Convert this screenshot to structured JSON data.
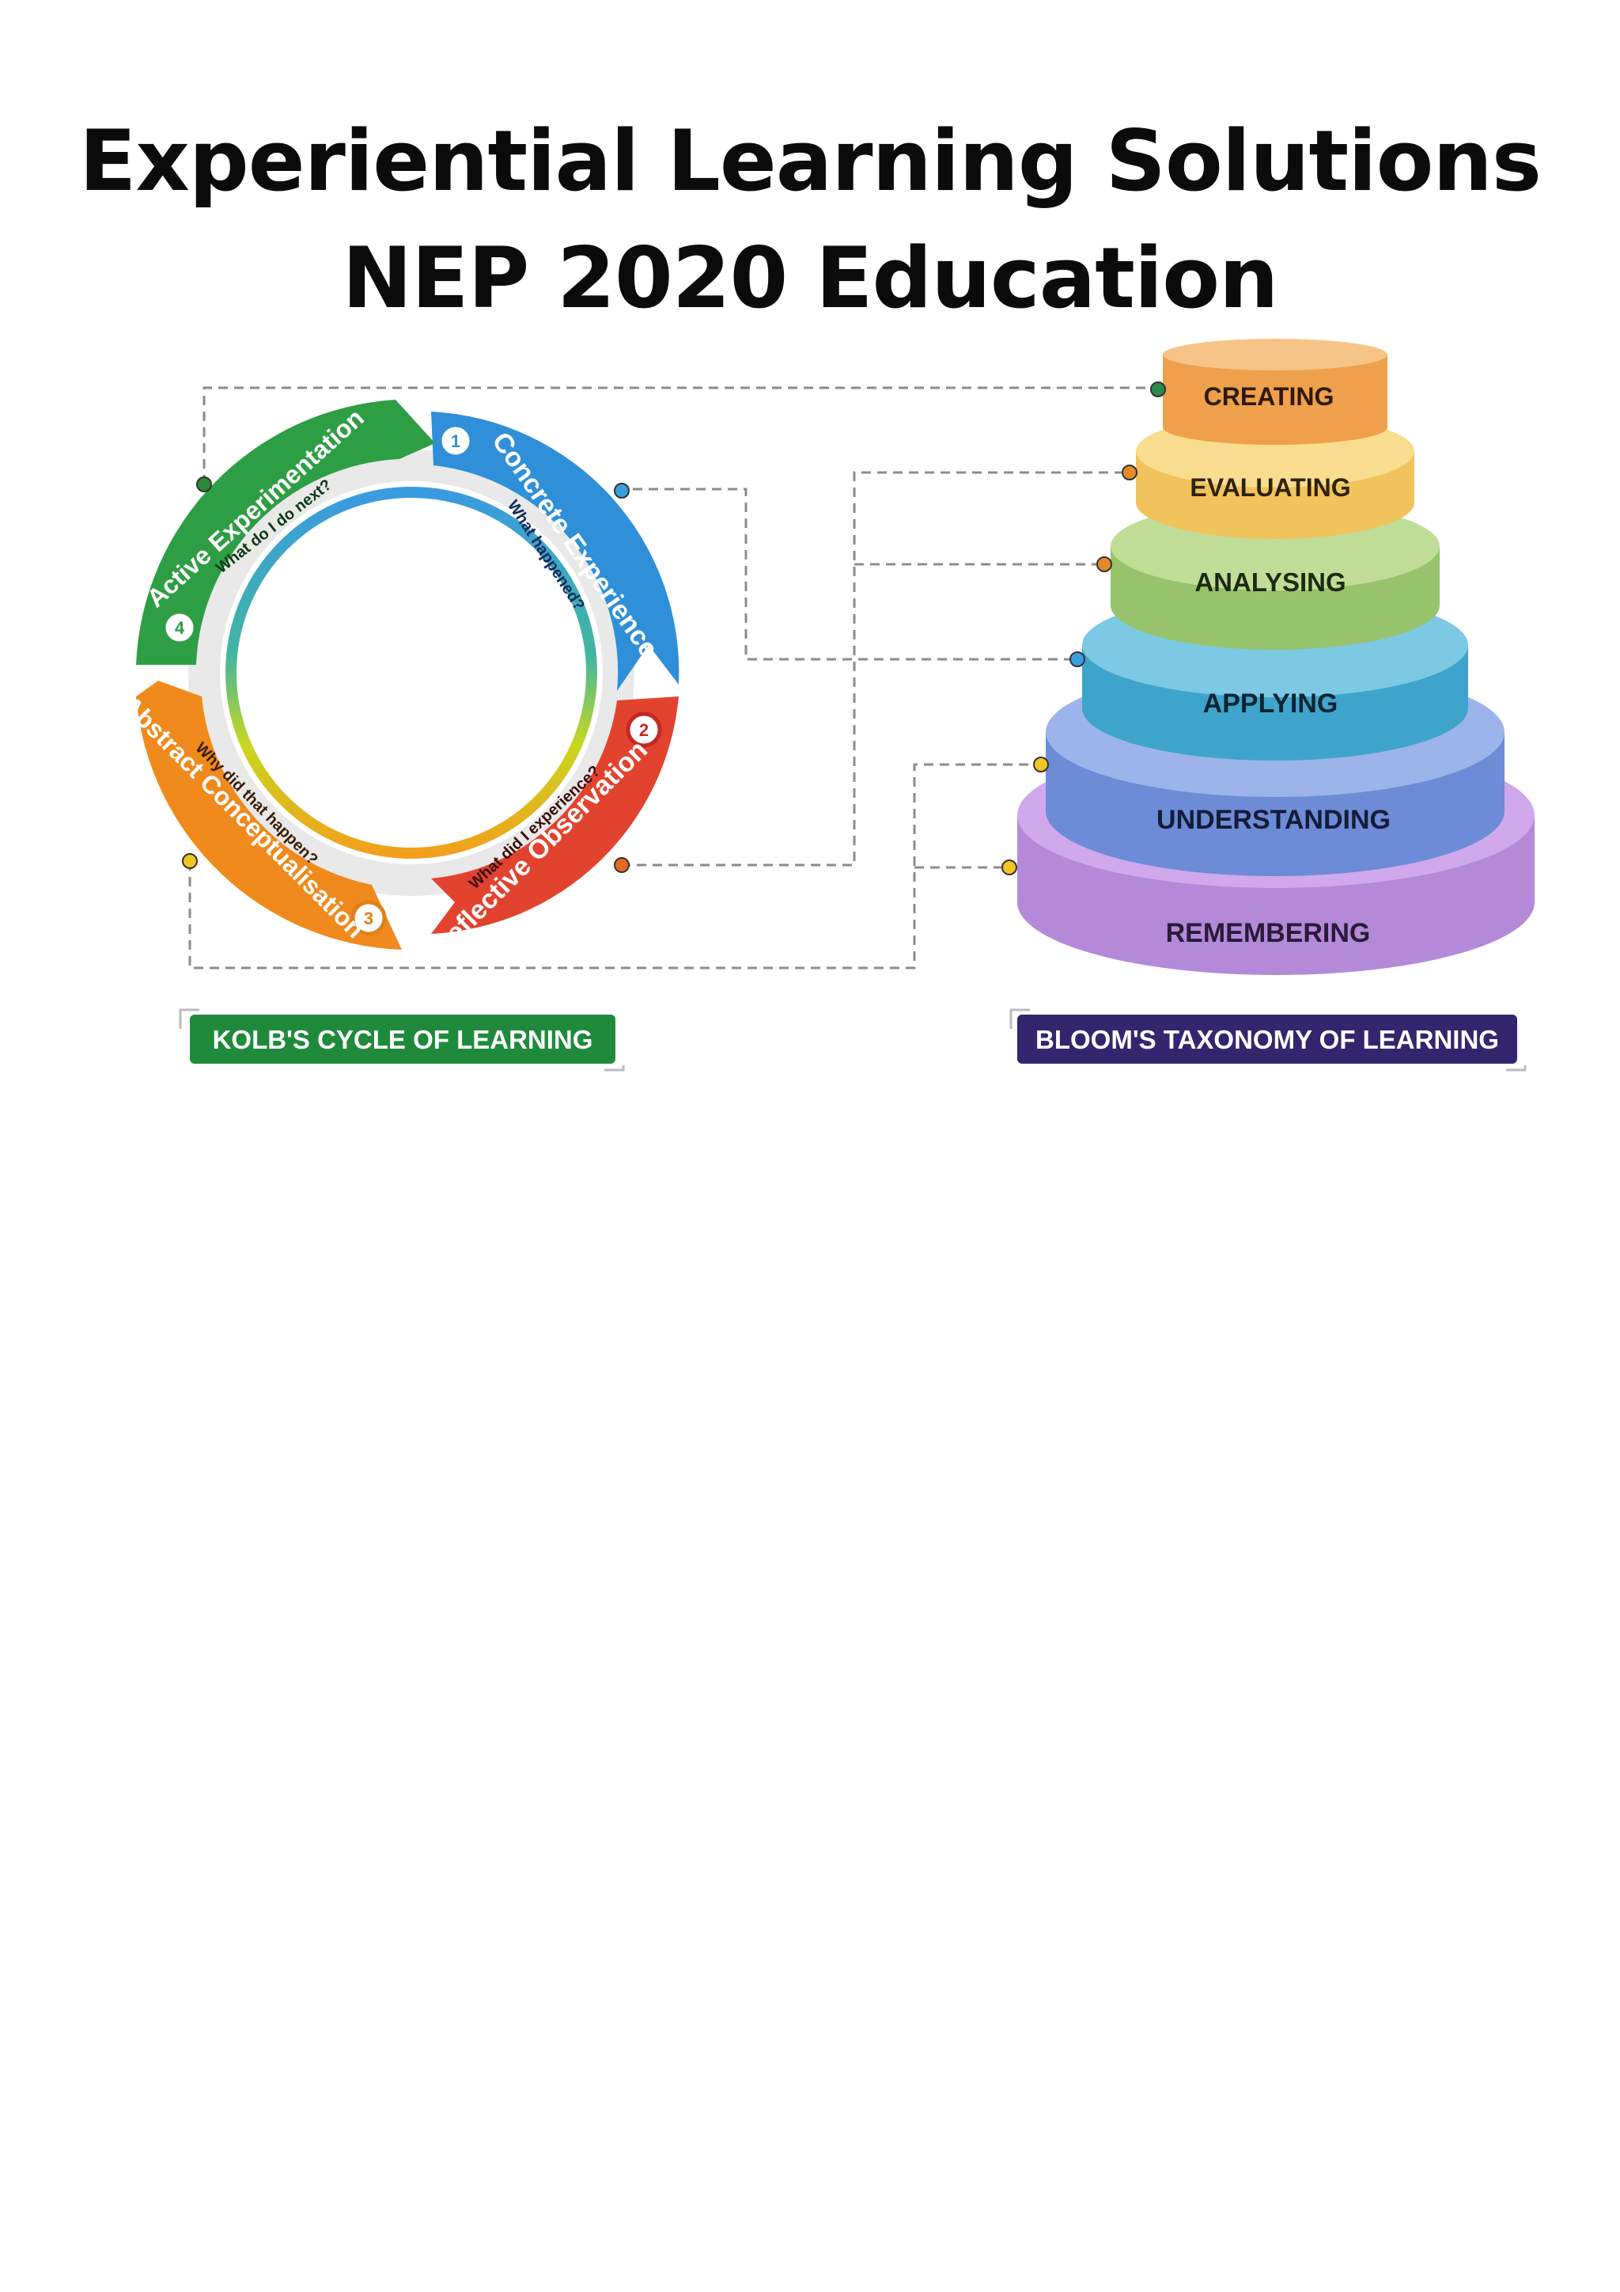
{
  "title": {
    "line1": "Experiential Learning Solutions",
    "line2": "NEP 2020 Education"
  },
  "kolb": {
    "caption": "KOLB'S CYCLE OF LEARNING",
    "stages": [
      {
        "number": "1",
        "name": "Concrete Experience",
        "question": "What happened?",
        "color": "#2f8fd8"
      },
      {
        "number": "2",
        "name": "Reflective Observation",
        "question": "What did I experience?",
        "color": "#e2432f"
      },
      {
        "number": "3",
        "name": "Abstract Conceptualisation",
        "question": "Why did that happen?",
        "color": "#f08a1c"
      },
      {
        "number": "4",
        "name": "Active Experimentation",
        "question": "What do I do next?",
        "color": "#2e9e44"
      }
    ]
  },
  "bloom": {
    "caption": "BLOOM'S TAXONOMY OF LEARNING",
    "levels": [
      {
        "label": "CREATING",
        "color": "#f0a955"
      },
      {
        "label": "EVALUATING",
        "color": "#f6cf73"
      },
      {
        "label": "ANALYSING",
        "color": "#a9cf7d"
      },
      {
        "label": "APPLYING",
        "color": "#5bb7d9"
      },
      {
        "label": "UNDERSTANDING",
        "color": "#7f9fe0"
      },
      {
        "label": "REMEMBERING",
        "color": "#c79ee3"
      }
    ]
  },
  "colors": {
    "kolb_caption_bg": "#1f8a3c",
    "bloom_caption_bg": "#34266e"
  }
}
